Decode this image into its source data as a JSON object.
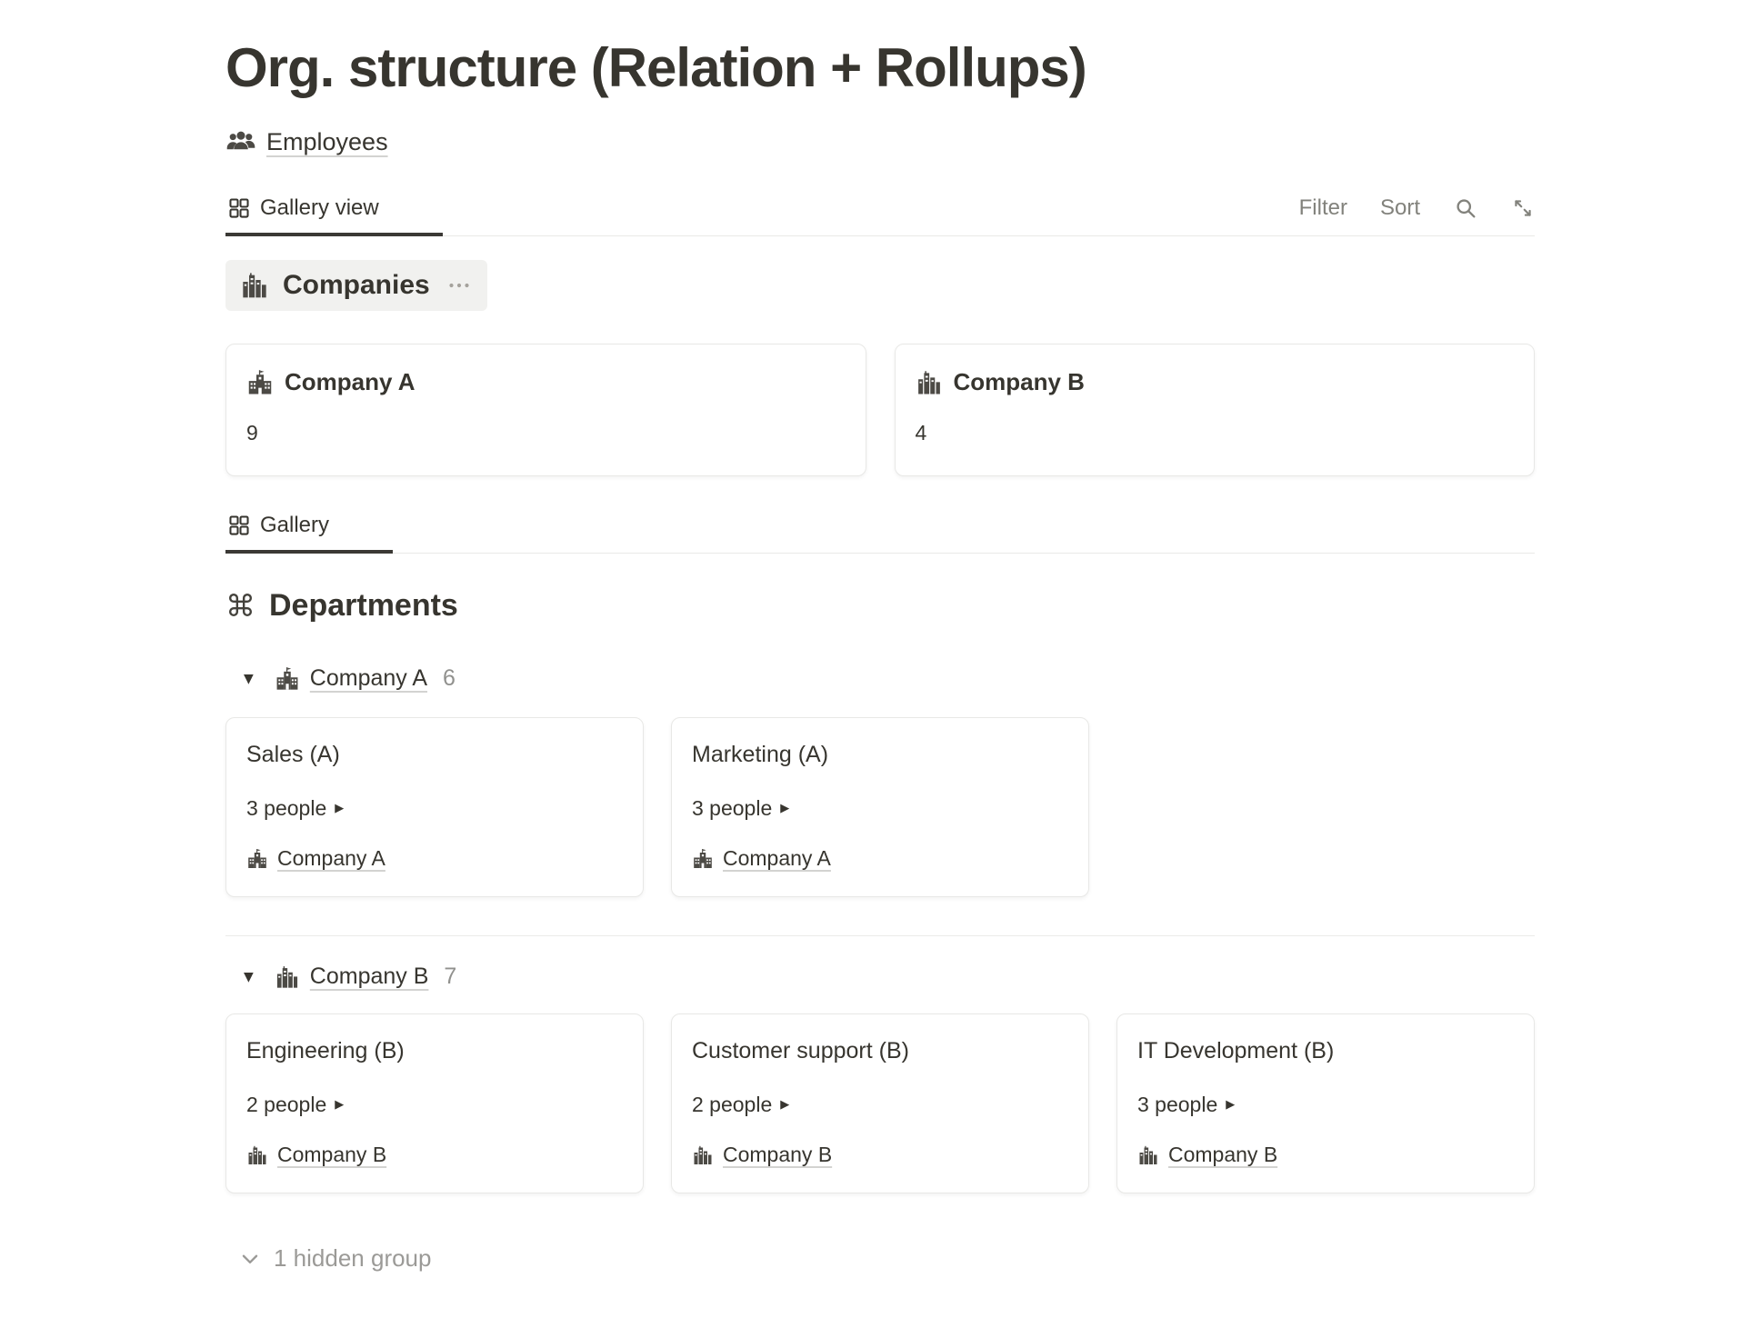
{
  "colors": {
    "text": "#37352f",
    "muted_gray": "#82827c",
    "count_gray": "#91918e",
    "hidden_gray": "#9b9a97",
    "divider": "#e9e9e7",
    "pill_background": "#f1f1ef",
    "active_tab_underline": "#3b3935",
    "link_underline": "rgba(55,53,47,0.22)"
  },
  "page": {
    "title": "Org. structure (Relation + Rollups)"
  },
  "breadcrumb": {
    "icon": "people-group",
    "label": "Employees"
  },
  "toolbar": {
    "active_tab": "Gallery view",
    "tab_icon": "gallery-grid",
    "filter_label": "Filter",
    "sort_label": "Sort",
    "search_icon": "magnifier",
    "expand_icon": "diagonal-expand-arrows"
  },
  "companies": {
    "title": "Companies",
    "icon": "cityscape",
    "menu_icon": "ellipsis",
    "cards": [
      {
        "icon": "school-building",
        "name": "Company A",
        "rollup": "9"
      },
      {
        "icon": "cityscape",
        "name": "Company B",
        "rollup": "4"
      }
    ]
  },
  "departments": {
    "tab": "Gallery",
    "tab_icon": "gallery-grid",
    "icon": "command-symbol",
    "title": "Departments",
    "groups": [
      {
        "icon": "school-building",
        "name": "Company A",
        "count": "6",
        "cards": [
          {
            "title": "Sales (A)",
            "people": "3 people",
            "company": {
              "icon": "school-building",
              "name": "Company A"
            }
          },
          {
            "title": "Marketing (A)",
            "people": "3 people",
            "company": {
              "icon": "school-building",
              "name": "Company A"
            }
          }
        ]
      },
      {
        "icon": "cityscape",
        "name": "Company B",
        "count": "7",
        "cards": [
          {
            "title": "Engineering (B)",
            "people": "2 people",
            "company": {
              "icon": "cityscape",
              "name": "Company B"
            }
          },
          {
            "title": "Customer support (B)",
            "people": "2 people",
            "company": {
              "icon": "cityscape",
              "name": "Company B"
            }
          },
          {
            "title": "IT Development (B)",
            "people": "3 people",
            "company": {
              "icon": "cityscape",
              "name": "Company B"
            }
          }
        ]
      }
    ],
    "hidden": {
      "icon": "chevron-down",
      "label": "1 hidden group"
    },
    "glyphs": {
      "collapse_triangle": "▼",
      "people_arrow": "▶",
      "command": "⌘"
    }
  }
}
